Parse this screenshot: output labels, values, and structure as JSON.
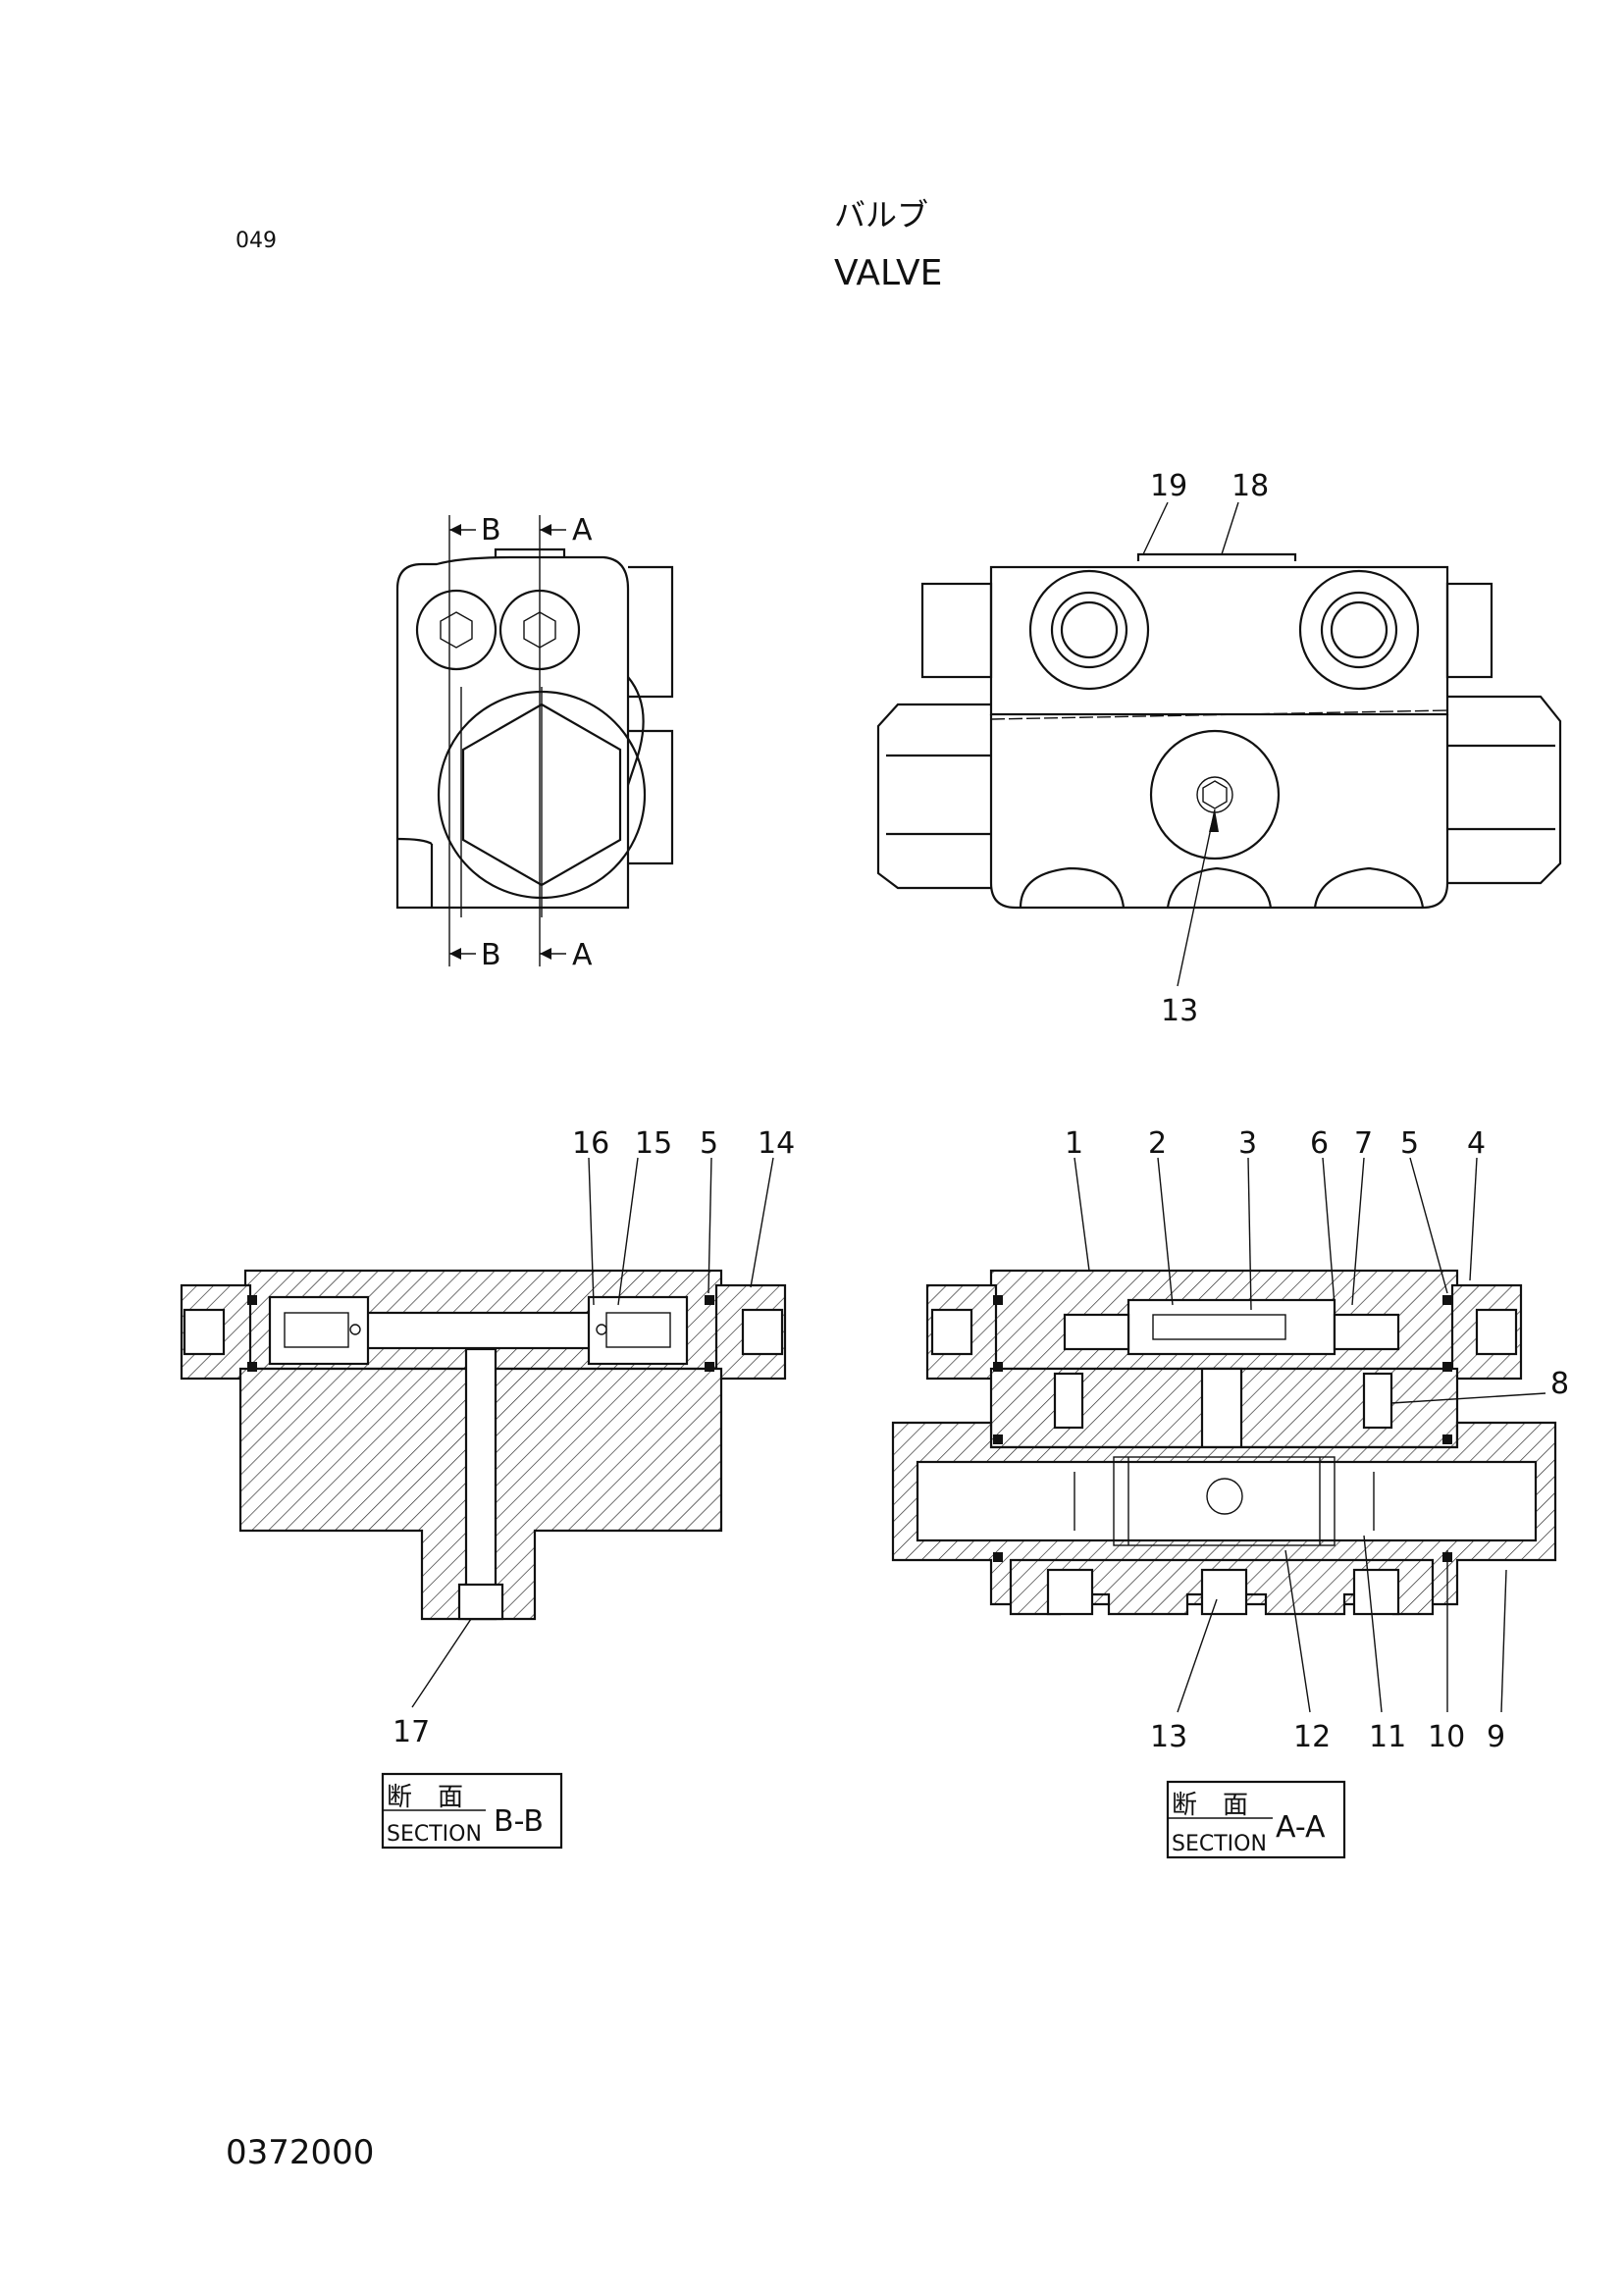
{
  "header": {
    "page_code": "049",
    "title_jp": "バルブ",
    "title_en": "VALVE"
  },
  "footer": {
    "drawing_number": "0372000"
  },
  "section_markers": {
    "a": "A",
    "b": "B"
  },
  "part_labels": {
    "top_view": [
      "19",
      "18",
      "13"
    ],
    "section_bb": [
      "16",
      "15",
      "5",
      "14",
      "17"
    ],
    "section_aa": [
      "1",
      "2",
      "3",
      "6",
      "7",
      "5",
      "4",
      "8",
      "13",
      "12",
      "11",
      "10",
      "9"
    ]
  },
  "sections": [
    {
      "jp": "断　面",
      "en": "SECTION",
      "name": "B-B"
    },
    {
      "jp": "断　面",
      "en": "SECTION",
      "name": "A-A"
    }
  ]
}
